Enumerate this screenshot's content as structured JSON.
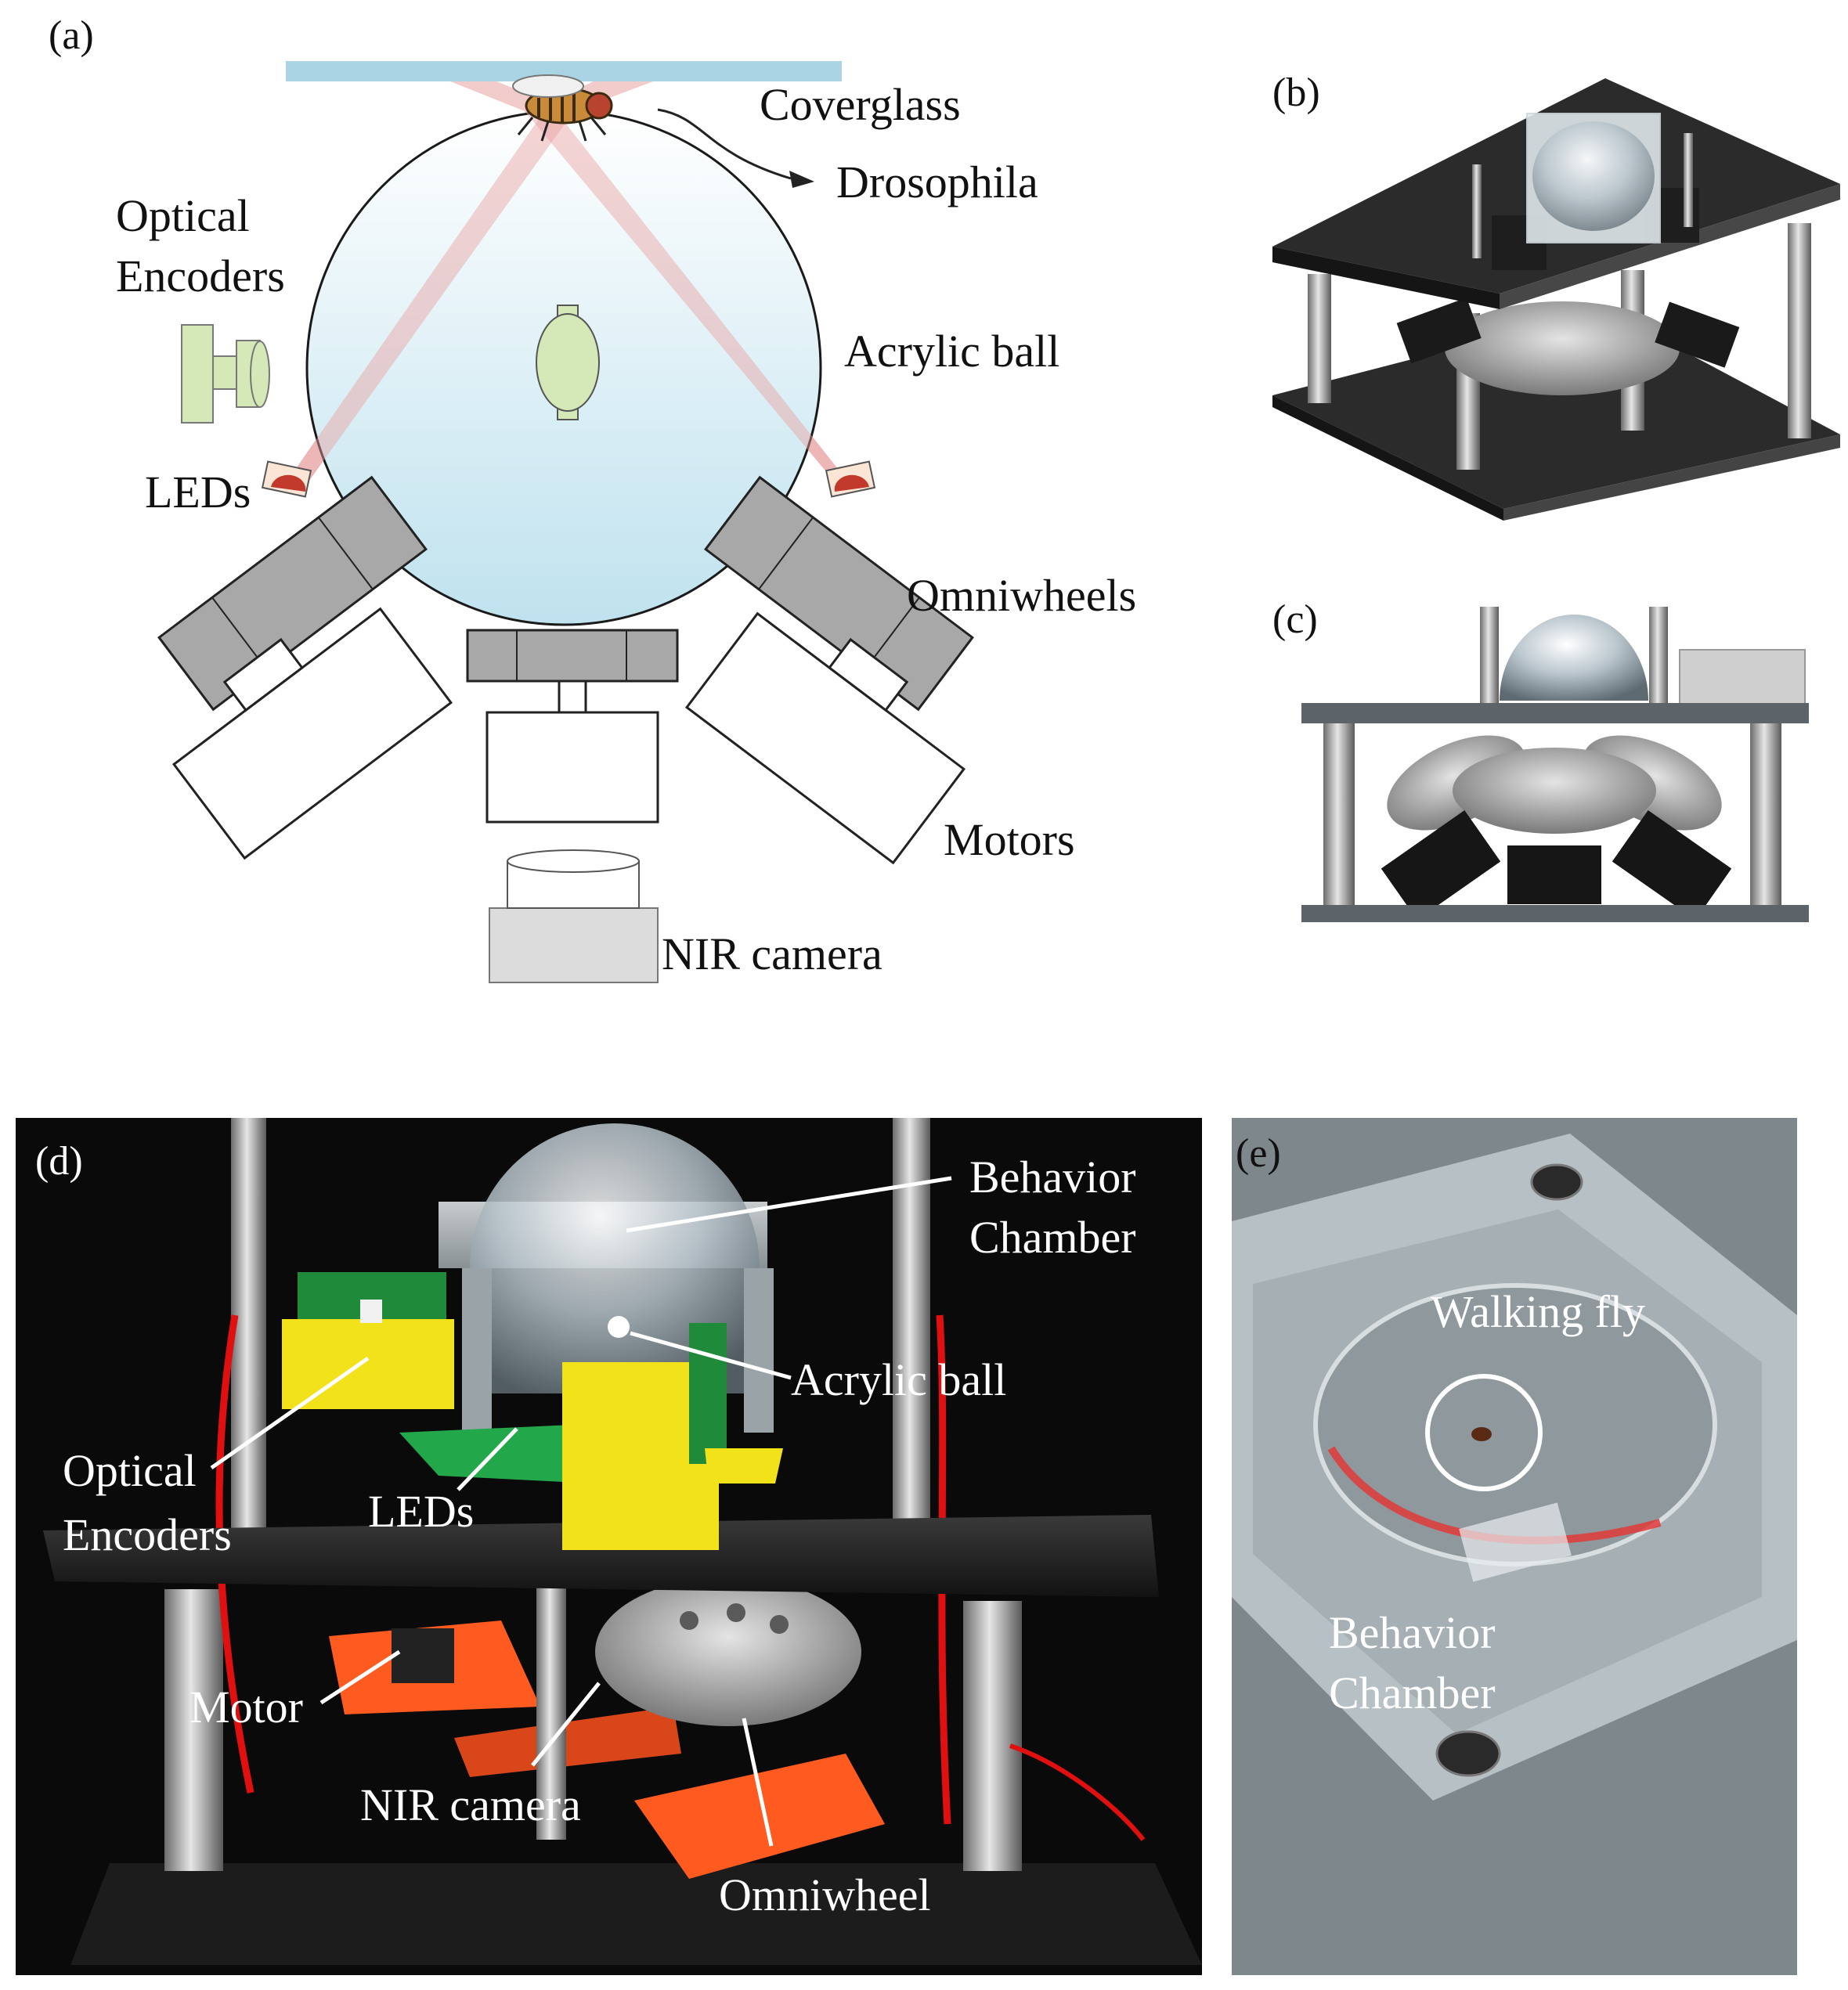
{
  "panels": {
    "a": {
      "panel_label": "(a)",
      "labels": {
        "coverglass": "Coverglass",
        "drosophila": "Drosophila",
        "optical_encoders_1": "Optical",
        "optical_encoders_2": "Encoders",
        "acrylic_ball": "Acrylic ball",
        "leds": "LEDs",
        "omniwheels": "Omniwheels",
        "motors": "Motors",
        "nir_camera": "NIR camera"
      }
    },
    "b": {
      "panel_label": "(b)"
    },
    "c": {
      "panel_label": "(c)"
    },
    "d": {
      "panel_label": "(d)",
      "labels": {
        "behavior_chamber_1": "Behavior",
        "behavior_chamber_2": "Chamber",
        "acrylic_ball": "Acrylic ball",
        "optical_encoders_1": "Optical",
        "optical_encoders_2": "Encoders",
        "leds": "LEDs",
        "motor": "Motor",
        "nir_camera": "NIR camera",
        "omniwheel": "Omniwheel"
      }
    },
    "e": {
      "panel_label": "(e)",
      "labels": {
        "walking_fly": "Walking fly",
        "behavior_chamber_1": "Behavior",
        "behavior_chamber_2": "Chamber"
      }
    }
  },
  "colors": {
    "coverglass": "#a9d4e3",
    "ball_fill": "#cfe8f2",
    "ir_light": "#e8a0a0",
    "encoder": "#d4e8b8",
    "led": "#c0392b",
    "omniwheel": "#a8a8a8",
    "motor_outline": "#333333",
    "photo_bg": "#0a0a0a",
    "chamber_acrylic": "#c8d0d4",
    "pcb_green": "#1f8a3a",
    "mount_yellow": "#f2e21a",
    "print_orange": "#ff5a1f"
  }
}
